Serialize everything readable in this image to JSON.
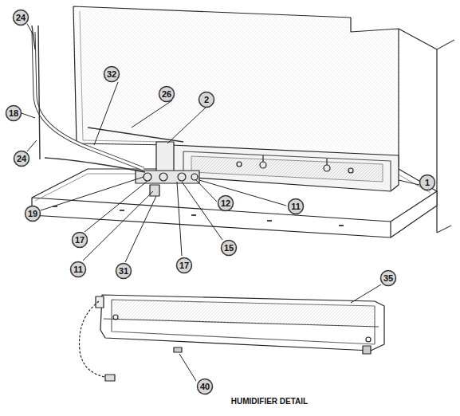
{
  "diagram": {
    "caption": "HUMIDIFIER DETAIL",
    "nodes": [
      {
        "text": [
          "24"
        ]
      },
      {
        "text": [
          "32"
        ]
      },
      {
        "text": [
          "26"
        ]
      },
      {
        "text": [
          "2"
        ]
      },
      {
        "text": [
          "18"
        ]
      },
      {
        "text": [
          "24"
        ]
      },
      {
        "text": [
          "1"
        ]
      },
      {
        "text": [
          "19"
        ]
      },
      {
        "text": [
          "12"
        ]
      },
      {
        "text": [
          "11"
        ]
      },
      {
        "text": [
          "17"
        ]
      },
      {
        "text": [
          "11"
        ]
      },
      {
        "text": [
          "31"
        ]
      },
      {
        "text": [
          "17"
        ]
      },
      {
        "text": [
          "15"
        ]
      },
      {
        "text": [
          "35"
        ]
      },
      {
        "text": [
          "40"
        ]
      }
    ]
  }
}
